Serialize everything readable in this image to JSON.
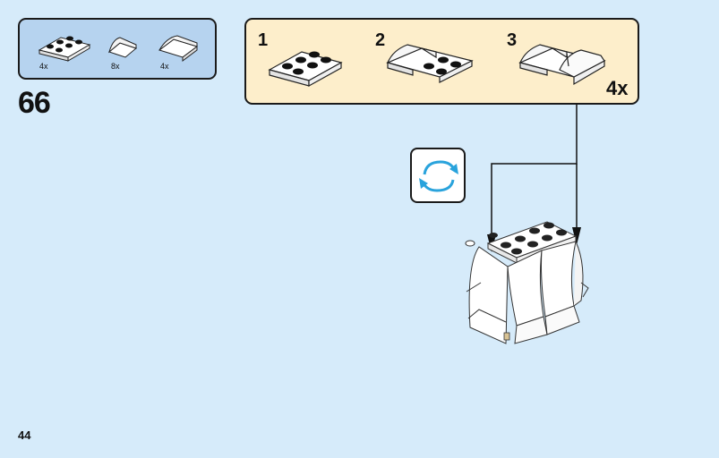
{
  "parts": [
    {
      "icon": "plate-2x3-icon",
      "qty": "4x"
    },
    {
      "icon": "slope-curved-small-icon",
      "qty": "8x"
    },
    {
      "icon": "slope-curved-large-icon",
      "qty": "4x"
    }
  ],
  "step": {
    "number": "66"
  },
  "subassembly": {
    "steps": [
      "1",
      "2",
      "3"
    ],
    "multiplier": "4x"
  },
  "rotate": {
    "icon": "rotate-arrows-icon"
  },
  "page": {
    "number": "44"
  },
  "colors": {
    "background": "#d6ebfa",
    "parts_box": "#b6d3ef",
    "subassembly_box": "#fdeecb",
    "rotate_arrow": "#29a3dc"
  }
}
